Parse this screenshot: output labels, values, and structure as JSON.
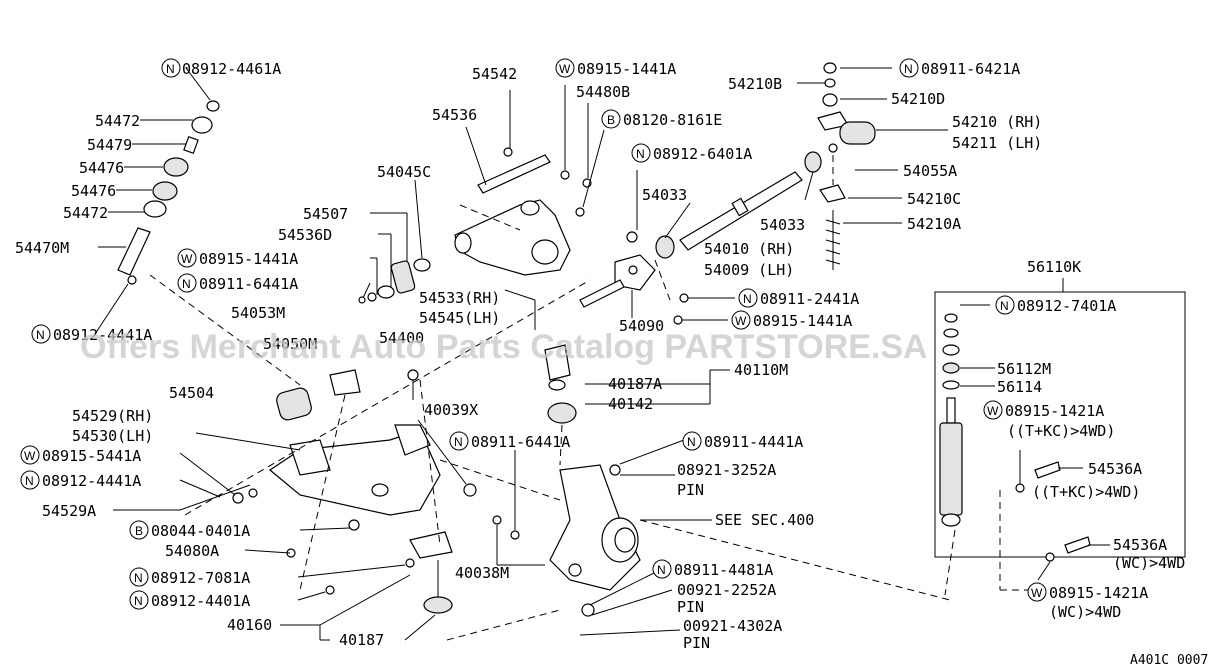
{
  "watermark": "Offers Merchant Auto Parts Catalog PARTSTORE.SA",
  "diagram_code": "A401C 0007",
  "labels": {
    "n_08912_4461A": "08912-4461A",
    "p54472a": "54472",
    "p54479": "54479",
    "p54476a": "54476",
    "p54476b": "54476",
    "p54472b": "54472",
    "p54470M": "54470M",
    "n_08912_4441A_left": "08912-4441A",
    "p54542": "54542",
    "w_08915_1441A_top": "08915-1441A",
    "p54480B": "54480B",
    "p54536": "54536",
    "b_08120_8161E": "08120-8161E",
    "p54045C": "54045C",
    "n_08912_6401A": "08912-6401A",
    "p54033a": "54033",
    "p54507": "54507",
    "p54536D": "54536D",
    "w_08915_1441A_mid": "08915-1441A",
    "n_08911_6441A_left": "08911-6441A",
    "p54053M": "54053M",
    "p54050M": "54050M",
    "p54400": "54400",
    "p54533": "54533(RH)",
    "p54545": "54545(LH)",
    "p54090": "54090",
    "p54010": "54010 (RH)",
    "p54009": "54009 (LH)",
    "p54033b": "54033",
    "n_08911_2441A": "08911-2441A",
    "w_08915_1441A_low": "08915-1441A",
    "n_08911_6421A": "08911-6421A",
    "p54210B": "54210B",
    "p54210D": "54210D",
    "p54210": "54210 (RH)",
    "p54211": "54211 (LH)",
    "p54055A": "54055A",
    "p54210C": "54210C",
    "p54210A": "54210A",
    "p56110K": "56110K",
    "n_08912_7401A": "08912-7401A",
    "p56112M": "56112M",
    "p56114": "56114",
    "w_08915_1421A_a": "08915-1421A",
    "tkc_4wd_a": "((T+KC)>4WD)",
    "p54536A_a": "54536A",
    "tkc_4wd_b": "((T+KC)>4WD)",
    "p54536A_b": "54536A",
    "wc_4wd_a": "(WC)>4WD",
    "w_08915_1421A_b": "08915-1421A",
    "wc_4wd_b": "(WC)>4WD",
    "p54504": "54504",
    "p54529RH": "54529(RH)",
    "p54530LH": "54530(LH)",
    "w_08915_5441A": "08915-5441A",
    "n_08912_4441A": "08912-4441A",
    "p54529A": "54529A",
    "b_08044_0401A": "08044-0401A",
    "p54080A": "54080A",
    "n_08912_7081A": "08912-7081A",
    "n_08912_4401A": "08912-4401A",
    "p40160": "40160",
    "p40187a": "40187",
    "p40038M": "40038M",
    "p40039X": "40039X",
    "n_08911_6441A_mid": "08911-6441A",
    "p40187b": "40187A",
    "p40110M": "40110M",
    "p40142": "40142",
    "n_08911_4441A": "08911-4441A",
    "p08921_3252A": "08921-3252A",
    "pin1": "PIN",
    "see_sec": "SEE SEC.400",
    "n_08911_4481A": "08911-4481A",
    "p00921_2252A": "00921-2252A",
    "pin2": "PIN",
    "p00921_4302A": "00921-4302A",
    "pin3": "PIN"
  },
  "prefixes": {
    "N": "N",
    "W": "W",
    "B": "B"
  }
}
